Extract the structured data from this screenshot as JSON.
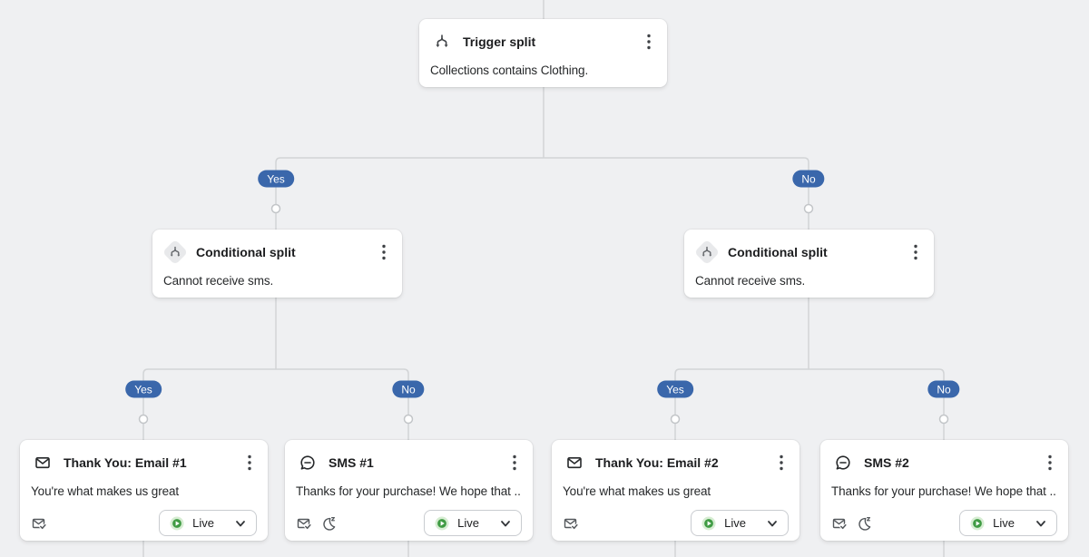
{
  "branch_labels": {
    "yes": "Yes",
    "no": "No"
  },
  "nodes": {
    "trigger_split": {
      "title": "Trigger split",
      "description": "Collections contains Clothing."
    },
    "conditional_split_left": {
      "title": "Conditional split",
      "description": "Cannot receive sms."
    },
    "conditional_split_right": {
      "title": "Conditional split",
      "description": "Cannot receive sms."
    },
    "email_1": {
      "title": "Thank You: Email #1",
      "description": "You're what makes us great",
      "status": "Live"
    },
    "sms_1": {
      "title": "SMS #1",
      "description": "Thanks for your purchase! We hope that ...",
      "status": "Live"
    },
    "email_2": {
      "title": "Thank You: Email #2",
      "description": "You're what makes us great",
      "status": "Live"
    },
    "sms_2": {
      "title": "SMS #2",
      "description": "Thanks for your purchase! We hope that ...",
      "status": "Live"
    }
  },
  "icons": {
    "trigger_split": "split-arrows",
    "conditional_split": "split-arrows-in-diamond",
    "email": "envelope",
    "sms": "chat-bubble",
    "email_sent": "envelope-check",
    "quiet_hours": "moon-z",
    "live_status": "green-play-circle",
    "more_menu": "kebab-vertical",
    "expand": "chevron-down"
  },
  "colors": {
    "canvas_background": "#eff0f2",
    "card_background": "#ffffff",
    "branch_badge_blue": "#3a67ab",
    "connector_line": "#d2d4d6",
    "live_green": "#3f9b43"
  }
}
